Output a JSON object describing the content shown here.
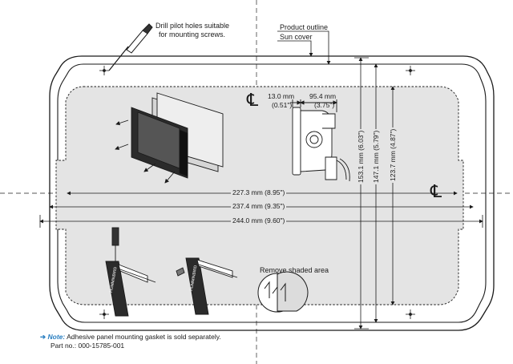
{
  "callouts": {
    "drill_line1": "Drill pilot holes suitable",
    "drill_line2": "for mounting screws.",
    "product_outline": "Product outline",
    "sun_cover": "Sun cover",
    "remove_shaded": "Remove shaded area"
  },
  "dimensions": {
    "depth_front": "13.0 mm",
    "depth_front_in": "(0.51\")",
    "depth_rear": "95.4 mm",
    "depth_rear_in": "(3.75\")",
    "width_cutout": "227.3 mm (8.95\")",
    "width_product": "237.4 mm (9.35\")",
    "width_suncover": "244.0 mm (9.60\")",
    "height_suncover": "153.1 mm (6.03\")",
    "height_product": "147.1 mm (5.79\")",
    "height_cutout": "123.7 mm (4.87\")"
  },
  "brand": {
    "name": "HUMMINBIRD"
  },
  "note": {
    "label": "Note:",
    "text": "Adhesive panel mounting gasket is sold separately.",
    "part": "Part no.: 000-15785-001"
  },
  "symbols": {
    "centerline": "℄"
  },
  "colors": {
    "shaded": "#e4e4e4",
    "line": "#1a1a1a",
    "accent": "#2a7fc1"
  }
}
